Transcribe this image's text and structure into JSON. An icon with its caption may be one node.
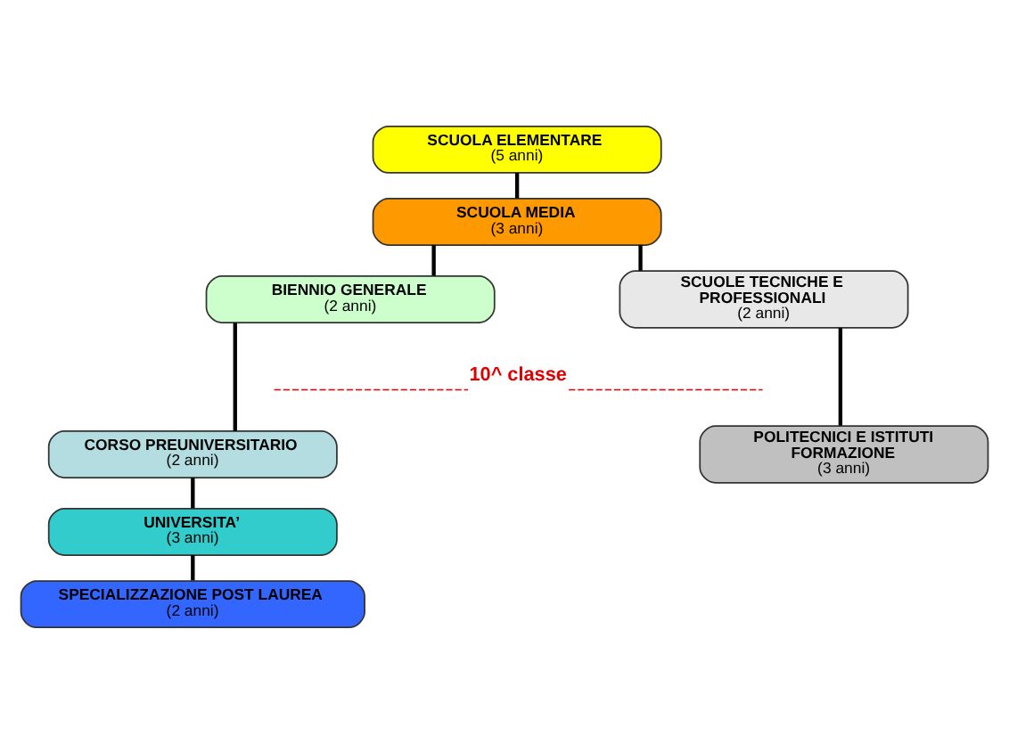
{
  "diagram": {
    "nodes": [
      {
        "text": [
          "SCUOLA ELEMENTARE",
          "(5 anni)"
        ]
      },
      {
        "text": [
          "SCUOLA MEDIA",
          "(3 anni)"
        ]
      },
      {
        "text": [
          "BIENNIO GENERALE",
          "(2 anni)"
        ]
      },
      {
        "text": [
          "SCUOLE TECNICHE E PROFESSIONALI",
          "(2 anni)"
        ]
      },
      {
        "text": [
          "CORSO PREUNIVERSITARIO",
          "(2 anni)"
        ]
      },
      {
        "text": [
          "POLITECNICI E ISTITUTI FORMAZIONE",
          "(3 anni)"
        ]
      },
      {
        "text": [
          "UNIVERSITA’",
          "(3 anni)"
        ]
      },
      {
        "text": [
          "SPECIALIZZAZIONE POST LAUREA",
          "(2 anni)"
        ]
      }
    ],
    "edges": [
      {
        "from": 0,
        "to": 1,
        "arrow": "none"
      },
      {
        "from": 1,
        "to": 2,
        "arrow": "none"
      },
      {
        "from": 1,
        "to": 3,
        "arrow": "none"
      },
      {
        "from": 2,
        "to": 4,
        "arrow": "none"
      },
      {
        "from": 3,
        "to": 5,
        "arrow": "none"
      },
      {
        "from": 4,
        "to": 6,
        "arrow": "none"
      },
      {
        "from": 6,
        "to": 7,
        "arrow": "none"
      }
    ],
    "labels": [
      "10^ classe"
    ]
  }
}
